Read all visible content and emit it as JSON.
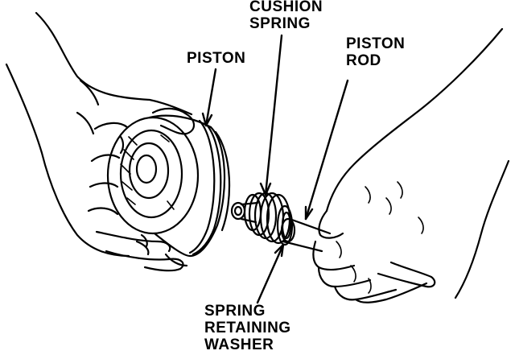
{
  "labels": {
    "cushion_spring": [
      "CUSHION",
      "SPRING"
    ],
    "piston": "PISTON",
    "piston_rod": [
      "PISTON",
      "ROD"
    ],
    "spring_retaining_washer": [
      "SPRING",
      "RETAINING",
      "WASHER"
    ]
  },
  "colors": {
    "ink": "#000000",
    "paper": "#ffffff"
  }
}
